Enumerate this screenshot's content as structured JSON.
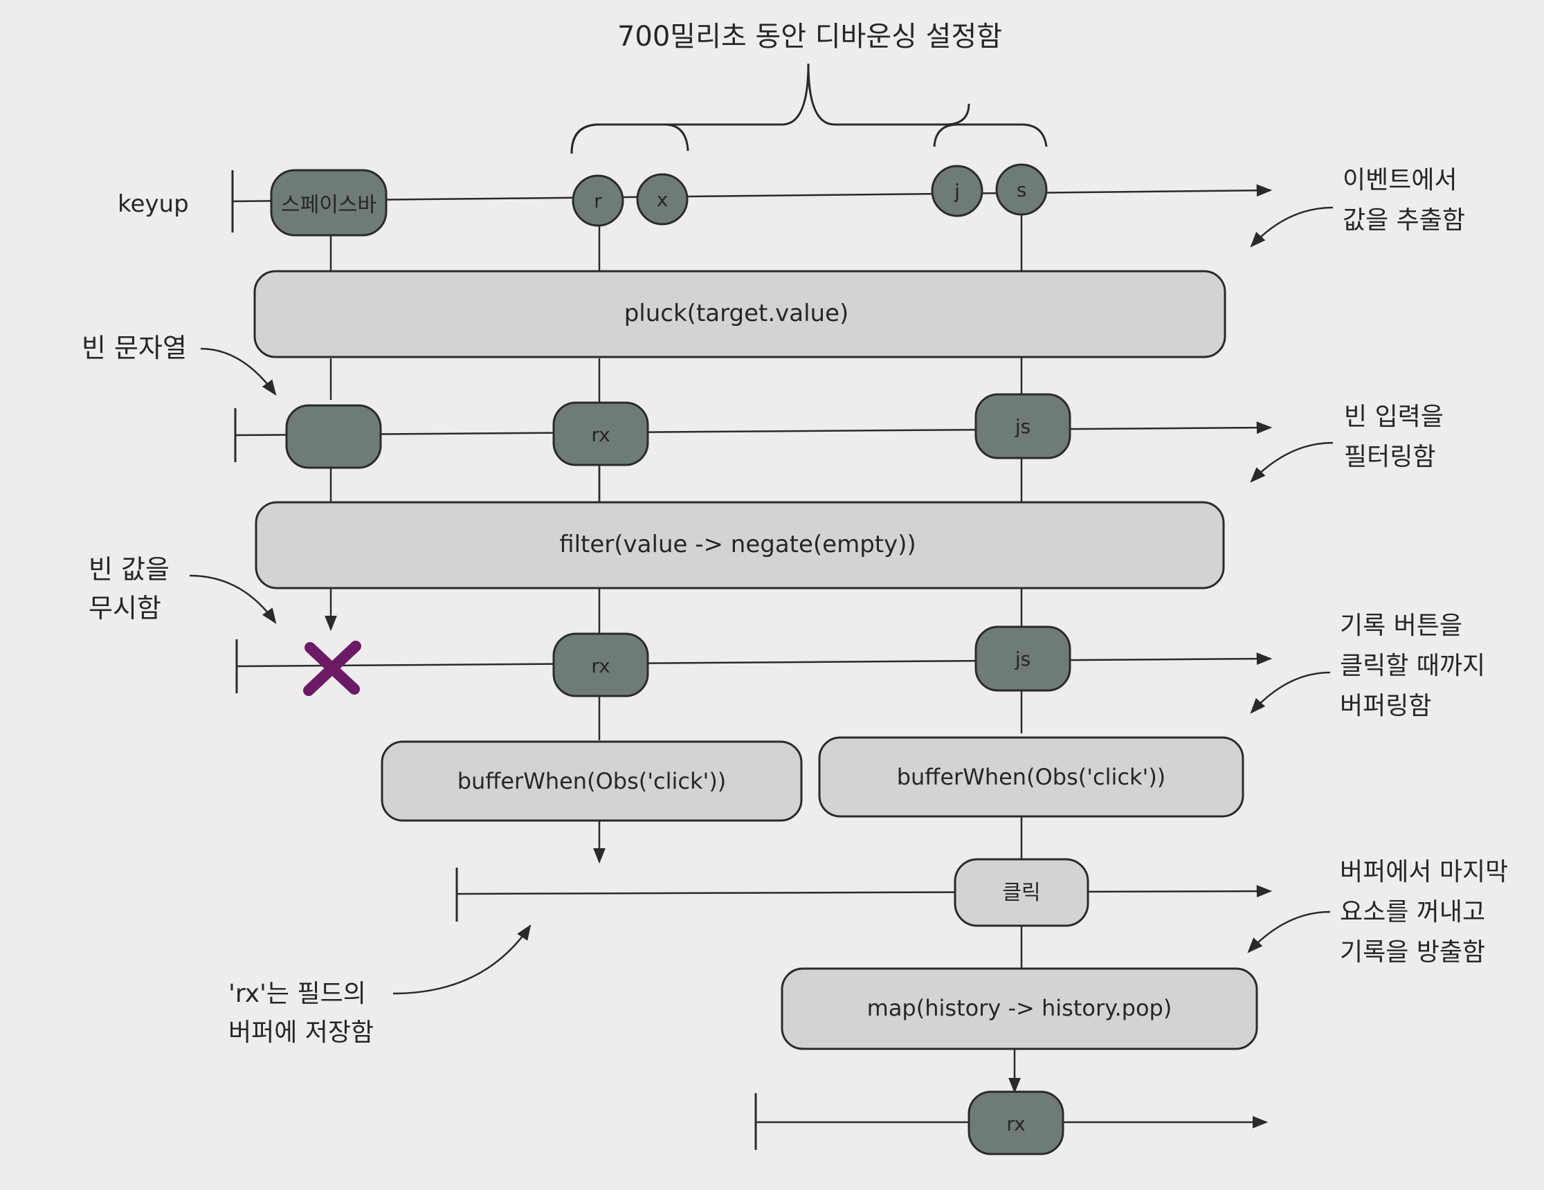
{
  "top_annotation": "700밀리초 동안 디바운싱 설정함",
  "stream_label": "keyup",
  "events": {
    "spacebar": "스페이스바",
    "r": "r",
    "x": "x",
    "j": "j",
    "s": "s",
    "rx_1": "rx",
    "js_1": "js",
    "rx_2": "rx",
    "js_2": "js",
    "click": "클릭",
    "rx_out": "rx"
  },
  "operators": {
    "pluck": "pluck(target.value)",
    "filter": "filter(value -> negate(empty))",
    "buffer_left": "bufferWhen(Obs('click'))",
    "buffer_right": "bufferWhen(Obs('click'))",
    "map": "map(history -> history.pop)"
  },
  "notes": {
    "extract_1": "이벤트에서",
    "extract_2": "값을 추출함",
    "filter_1": "빈 입력을",
    "filter_2": "필터링함",
    "buffer_1": "기록 버튼을",
    "buffer_2": "클릭할 때까지",
    "buffer_3": "버퍼링함",
    "pop_1": "버퍼에서 마지막",
    "pop_2": "요소를 꺼내고",
    "pop_3": "기록을 방출함",
    "empty_string": "빈 문자열",
    "ignore_1": "빈 값을",
    "ignore_2": "무시함",
    "stored_1": "'rx'는 필드의",
    "stored_2": "버퍼에 저장함"
  },
  "colors": {
    "marble_fill": "#6f7b76",
    "operator_fill": "#d3d3d6",
    "line": "#2a2a2a",
    "x_mark": "#6d1a64"
  }
}
